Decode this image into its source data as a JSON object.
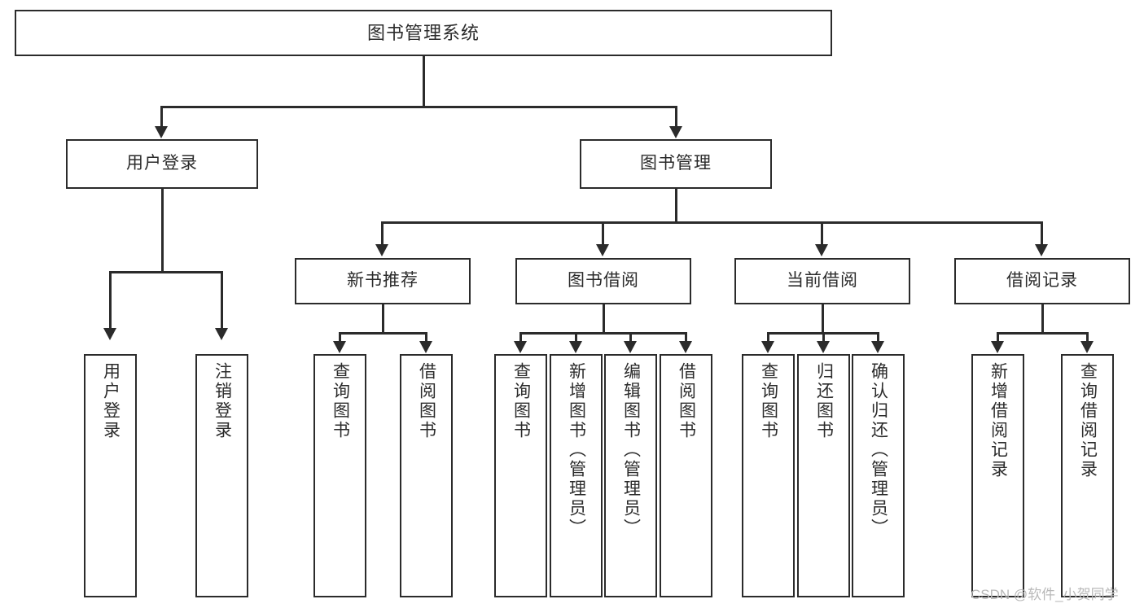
{
  "diagram": {
    "title": "图书管理系统",
    "type": "hierarchy-tree",
    "root": {
      "label": "图书管理系统",
      "id": "book-management-system"
    },
    "level2": [
      {
        "id": "user-login",
        "label": "用户登录"
      },
      {
        "id": "book-management",
        "label": "图书管理"
      }
    ],
    "level3": [
      {
        "id": "new-book-recommend",
        "label": "新书推荐",
        "parent": "book-management"
      },
      {
        "id": "book-borrow",
        "label": "图书借阅",
        "parent": "book-management"
      },
      {
        "id": "current-borrow",
        "label": "当前借阅",
        "parent": "book-management"
      },
      {
        "id": "borrow-record",
        "label": "借阅记录",
        "parent": "book-management"
      }
    ],
    "leaves": {
      "user_login": [
        {
          "id": "leaf-user-login",
          "label": "用户登录"
        },
        {
          "id": "leaf-logout-login",
          "label": "注销登录"
        }
      ],
      "new_book_recommend": [
        {
          "id": "leaf-query-book-1",
          "label": "查询图书"
        },
        {
          "id": "leaf-borrow-book-1",
          "label": "借阅图书"
        }
      ],
      "book_borrow": [
        {
          "id": "leaf-query-book-2",
          "label": "查询图书"
        },
        {
          "id": "leaf-add-book-admin",
          "label": "新增图书（管理员）"
        },
        {
          "id": "leaf-edit-book-admin",
          "label": "编辑图书（管理员）"
        },
        {
          "id": "leaf-borrow-book-2",
          "label": "借阅图书"
        }
      ],
      "current_borrow": [
        {
          "id": "leaf-query-book-3",
          "label": "查询图书"
        },
        {
          "id": "leaf-return-book",
          "label": "归还图书"
        },
        {
          "id": "leaf-confirm-return-admin",
          "label": "确认归还（管理员）"
        }
      ],
      "borrow_record": [
        {
          "id": "leaf-add-borrow-record",
          "label": "新增借阅记录"
        },
        {
          "id": "leaf-query-borrow-record",
          "label": "查询借阅记录"
        }
      ]
    }
  },
  "watermark": {
    "text": "CSDN @软件_小贺同学"
  },
  "colors": {
    "stroke": "#2b2b2b",
    "background": "#ffffff",
    "text": "#2b2b2b",
    "watermark": "#b9b9b9"
  }
}
